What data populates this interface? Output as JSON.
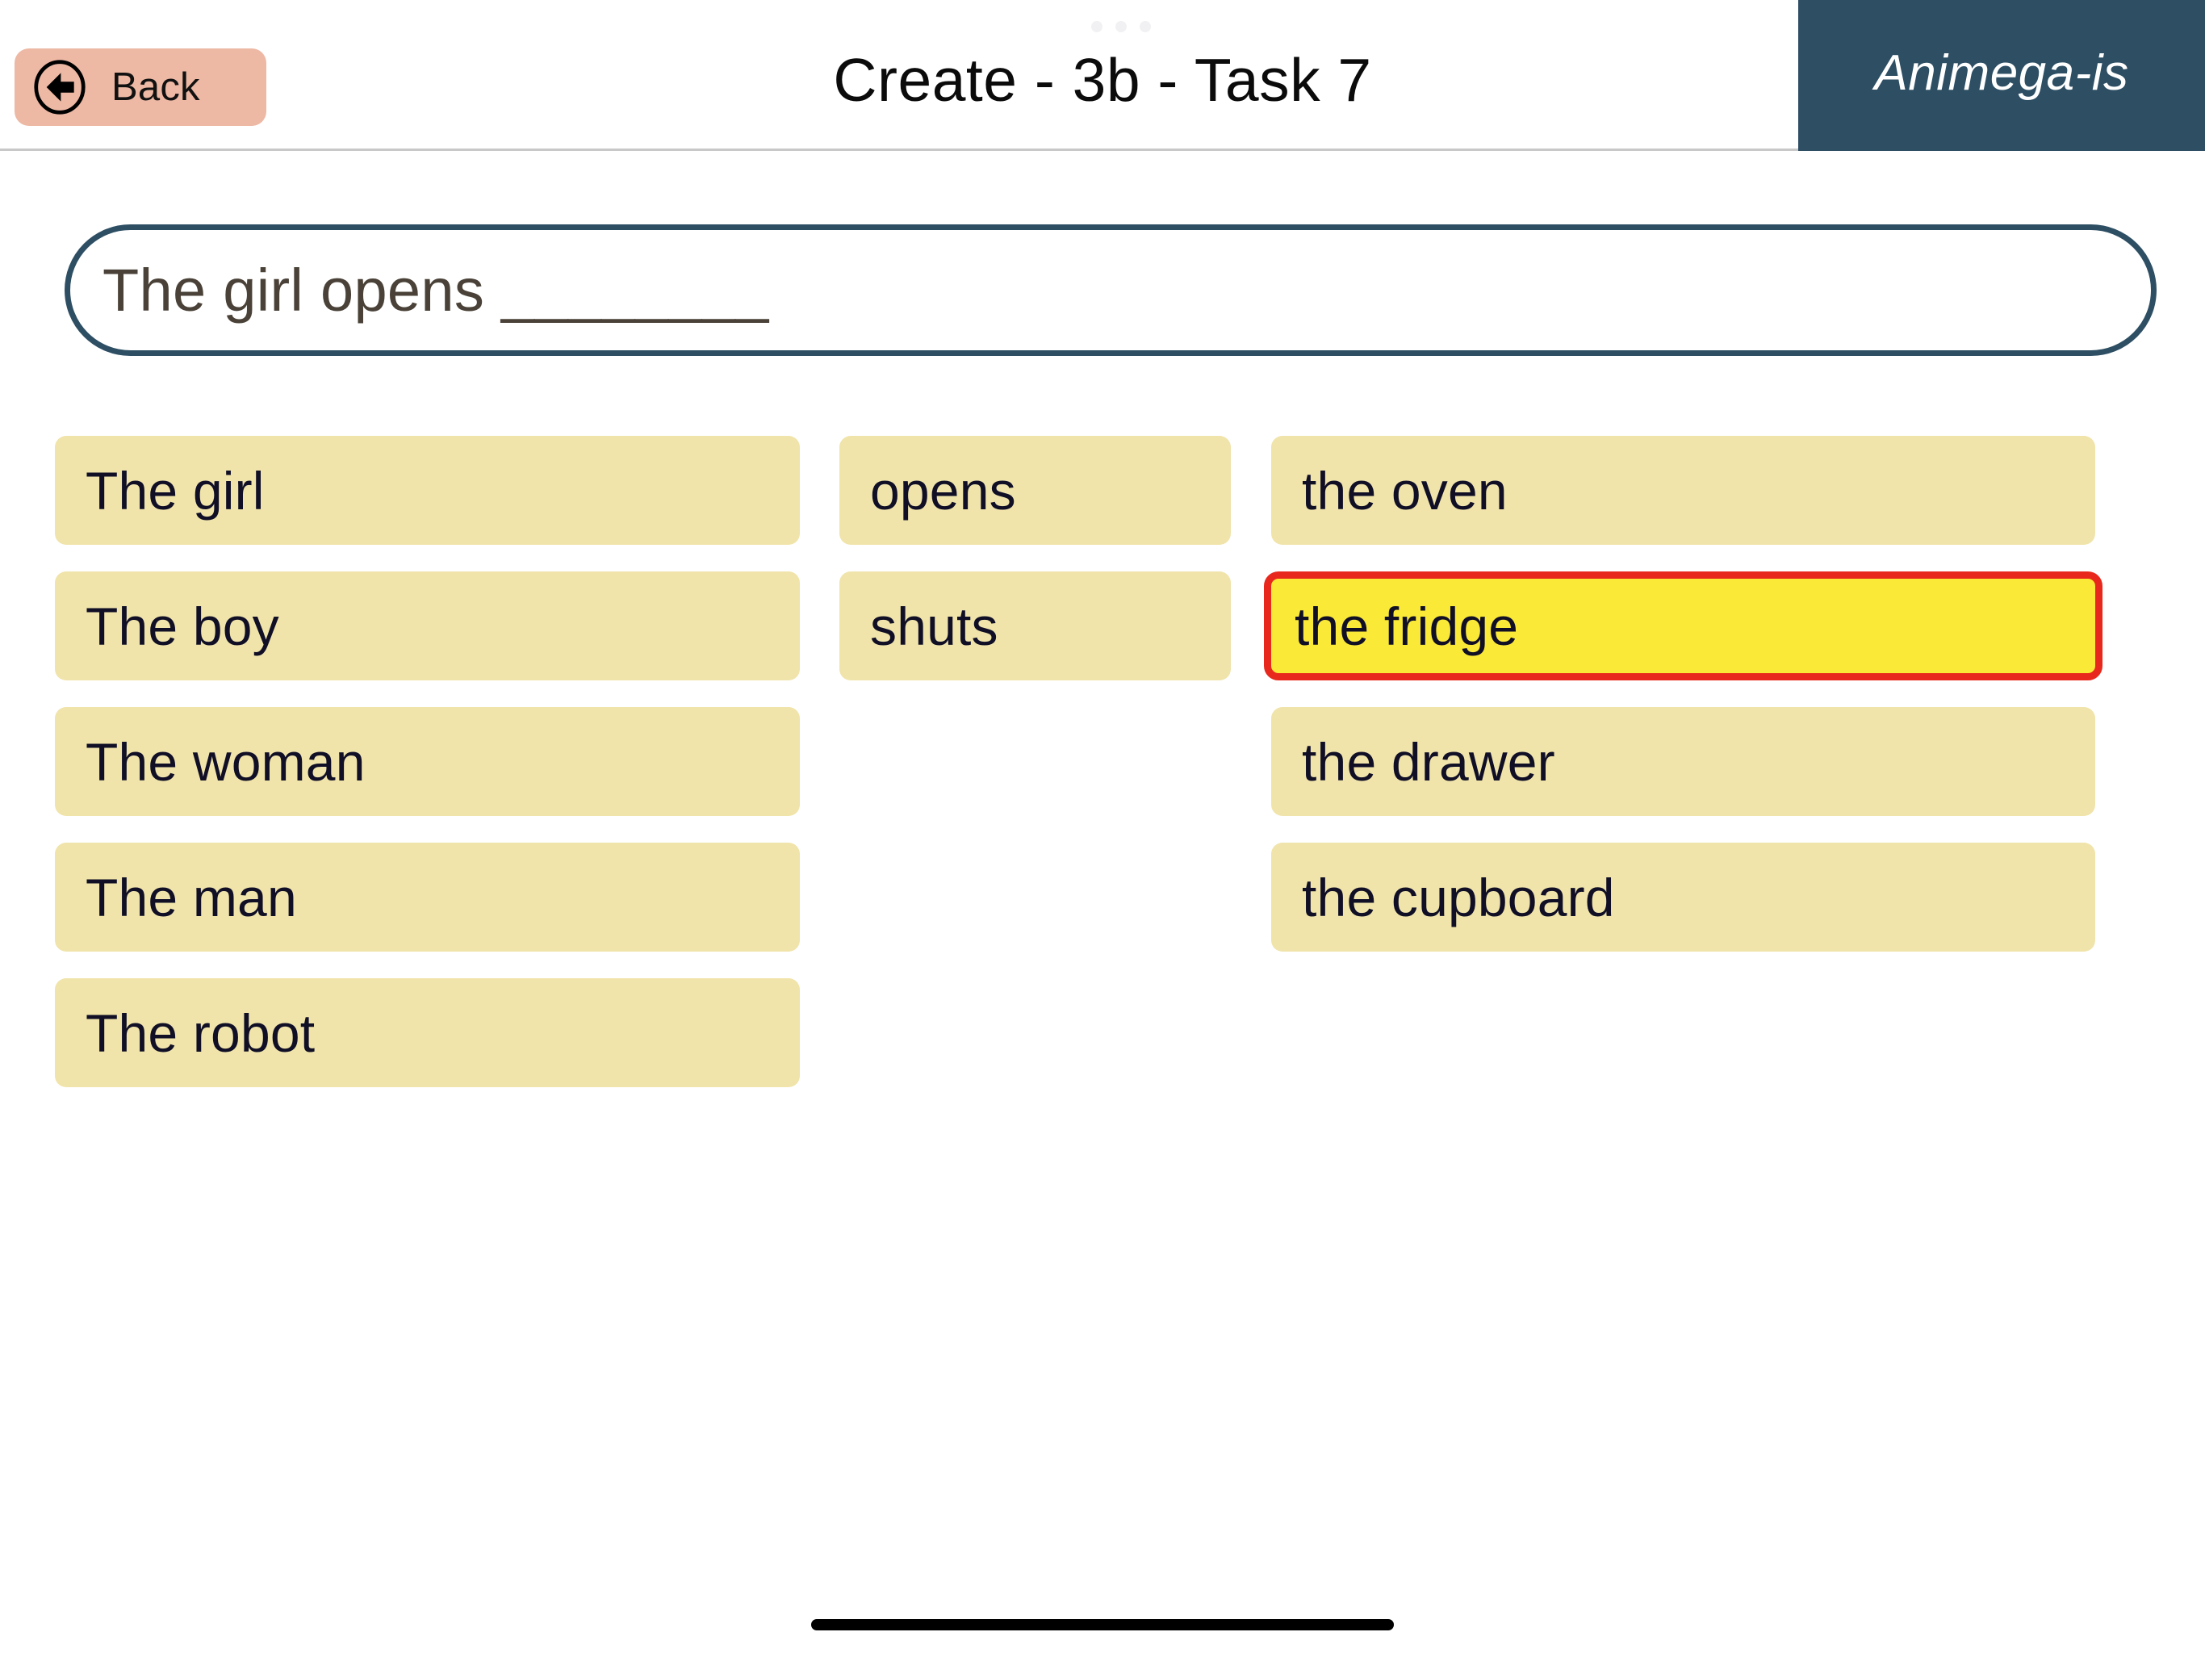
{
  "header": {
    "back_button": {
      "label": "Back",
      "icon": "circle-left-arrow-icon"
    },
    "title": "Create - 3b - Task 7",
    "brand": "Animega-is",
    "drag_handle_dots": 3
  },
  "sentence_prompt": {
    "text": "The girl opens ________"
  },
  "tiles": {
    "columns": [
      {
        "name": "subject-column",
        "items": [
          {
            "label": "The girl",
            "selected": false
          },
          {
            "label": "The boy",
            "selected": false
          },
          {
            "label": "The woman",
            "selected": false
          },
          {
            "label": "The man",
            "selected": false
          },
          {
            "label": "The robot",
            "selected": false
          }
        ]
      },
      {
        "name": "verb-column",
        "items": [
          {
            "label": "opens",
            "selected": false
          },
          {
            "label": "shuts",
            "selected": false
          }
        ]
      },
      {
        "name": "object-column",
        "items": [
          {
            "label": "the oven",
            "selected": false
          },
          {
            "label": "the fridge",
            "selected": true
          },
          {
            "label": "the drawer",
            "selected": false
          },
          {
            "label": "the cupboard",
            "selected": false
          }
        ]
      }
    ]
  },
  "colors": {
    "tile_background": "#f0e4ab",
    "tile_selected_background": "#fbe938",
    "tile_selected_border": "#e8281c",
    "tile_text": "#100f26",
    "brand_background": "#2d4e63",
    "back_button_background": "#edb8a4",
    "sentence_border": "#2d4e63",
    "sentence_text": "#4a4238",
    "home_indicator": "#000000"
  }
}
